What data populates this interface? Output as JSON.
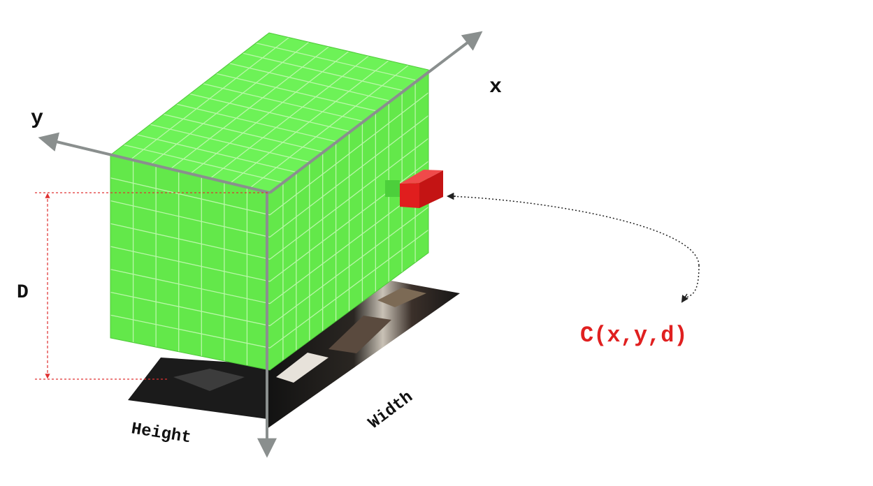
{
  "labels": {
    "x_axis": "x",
    "y_axis": "y",
    "depth": "D",
    "cost_volume": "C(x,y,d)",
    "height": "Height",
    "width": "Width"
  },
  "grid": {
    "top_cols": 12,
    "top_rows": 8,
    "left_cols": 7,
    "left_rows": 8,
    "right_cols": 12,
    "right_rows": 8
  },
  "colors": {
    "cube": "#63e84a",
    "cube_top": "#6df257",
    "cube_lines": "#b9f7a8",
    "cell": "#e01e1e",
    "cost_label": "#e02020",
    "axis": "#8a8f8e",
    "dimension": "#e03030",
    "image_dark": "#1c1c1c"
  }
}
